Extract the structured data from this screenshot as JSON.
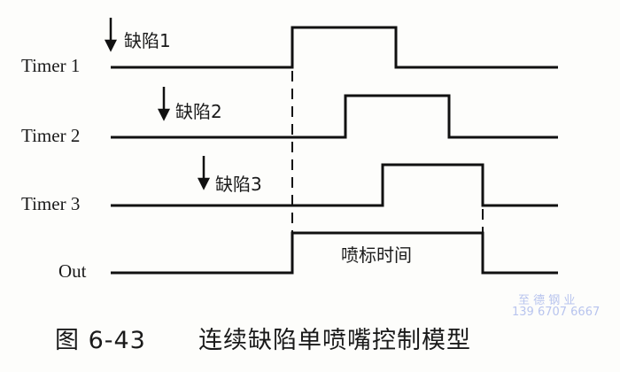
{
  "signals": [
    {
      "name": "Timer 1",
      "defect": "缺陷1"
    },
    {
      "name": "Timer 2",
      "defect": "缺陷2"
    },
    {
      "name": "Timer 3",
      "defect": "缺陷3"
    },
    {
      "name": "Out",
      "annotation": "喷标时间"
    }
  ],
  "caption": {
    "number": "图 6-43",
    "title": "连续缺陷单喷嘴控制模型"
  },
  "watermark": {
    "company": "至 德 钢 业",
    "phone": "139 6707 6667"
  }
}
